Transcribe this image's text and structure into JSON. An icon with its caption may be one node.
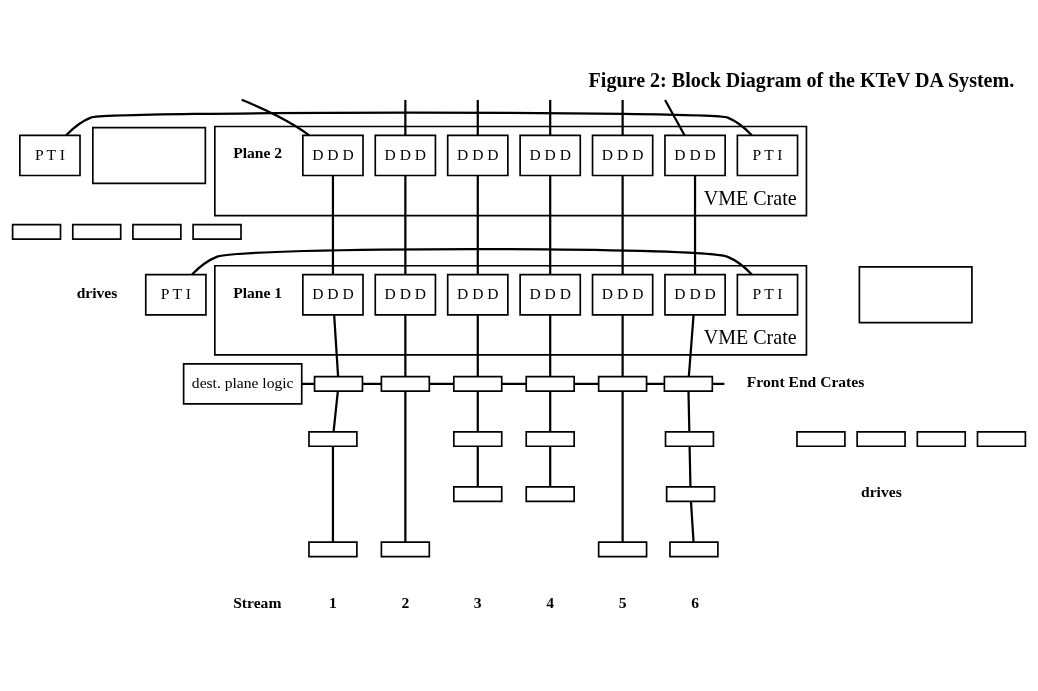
{
  "diagram": {
    "title": "Figure 2: Block Diagram of the KTeV DA System.",
    "nodes": [
      {
        "text": [
          "VME Crate"
        ],
        "beside": [
          "Plane 2"
        ]
      },
      {
        "text": [
          "D D D"
        ],
        "in": 0
      },
      {
        "text": [
          "D D D"
        ],
        "in": 0
      },
      {
        "text": [
          "D D D"
        ],
        "in": 0
      },
      {
        "text": [
          "D D D"
        ],
        "in": 0
      },
      {
        "text": [
          "D D D"
        ],
        "in": 0
      },
      {
        "text": [
          "D D D"
        ],
        "in": 0
      },
      {
        "text": [
          "P T I"
        ],
        "in": 0
      },
      {
        "text": [
          "P T I"
        ]
      },
      {
        "text": [],
        "shape": "box"
      },
      {
        "text": [],
        "shape": "box"
      },
      {
        "text": [],
        "shape": "box"
      },
      {
        "text": [],
        "shape": "box"
      },
      {
        "text": [],
        "shape": "box"
      },
      {
        "text": [
          "VME Crate"
        ],
        "beside": [
          "Plane 1"
        ]
      },
      {
        "text": [
          "D D D"
        ],
        "in": 14
      },
      {
        "text": [
          "D D D"
        ],
        "in": 14
      },
      {
        "text": [
          "D D D"
        ],
        "in": 14
      },
      {
        "text": [
          "D D D"
        ],
        "in": 14
      },
      {
        "text": [
          "D D D"
        ],
        "in": 14
      },
      {
        "text": [
          "D D D"
        ],
        "in": 14
      },
      {
        "text": [
          "P T I"
        ],
        "in": 14
      },
      {
        "text": [
          "P T I"
        ]
      },
      {
        "text": [],
        "shape": "box"
      },
      {
        "text": [],
        "shape": "box"
      },
      {
        "text": [],
        "shape": "box"
      },
      {
        "text": [],
        "shape": "box"
      },
      {
        "text": [],
        "shape": "box"
      },
      {
        "text": [
          "dest. plane logic"
        ]
      },
      {
        "text": [],
        "shape": "box"
      },
      {
        "text": [],
        "shape": "box"
      },
      {
        "text": [],
        "shape": "box"
      },
      {
        "text": [],
        "shape": "box"
      },
      {
        "text": [],
        "shape": "box"
      },
      {
        "text": [],
        "shape": "box"
      },
      {
        "text": [],
        "shape": "box"
      },
      {
        "text": [],
        "shape": "box"
      },
      {
        "text": [],
        "shape": "box"
      },
      {
        "text": [],
        "shape": "box"
      },
      {
        "text": [],
        "shape": "box"
      },
      {
        "text": [],
        "shape": "box"
      },
      {
        "text": [],
        "shape": "box"
      },
      {
        "text": [],
        "shape": "box"
      },
      {
        "text": [],
        "shape": "box"
      },
      {
        "text": [],
        "shape": "box"
      },
      {
        "text": [],
        "shape": "box"
      }
    ],
    "edges": [
      {
        "from": null,
        "to": 1,
        "arrow": "none"
      },
      {
        "from": null,
        "to": 2,
        "arrow": "none"
      },
      {
        "from": null,
        "to": 3,
        "arrow": "none"
      },
      {
        "from": null,
        "to": 4,
        "arrow": "none"
      },
      {
        "from": null,
        "to": 5,
        "arrow": "none"
      },
      {
        "from": null,
        "to": 6,
        "arrow": "none"
      },
      {
        "from": 1,
        "to": 15,
        "arrow": "none"
      },
      {
        "from": 2,
        "to": 16,
        "arrow": "none"
      },
      {
        "from": 3,
        "to": 17,
        "arrow": "none"
      },
      {
        "from": 4,
        "to": 18,
        "arrow": "none"
      },
      {
        "from": 5,
        "to": 19,
        "arrow": "none"
      },
      {
        "from": 6,
        "to": 20,
        "arrow": "none"
      },
      {
        "from": 15,
        "to": 29,
        "arrow": "none"
      },
      {
        "from": 16,
        "to": 32,
        "arrow": "none"
      },
      {
        "from": 17,
        "to": 34,
        "arrow": "none"
      },
      {
        "from": 18,
        "to": 37,
        "arrow": "none"
      },
      {
        "from": 19,
        "to": 40,
        "arrow": "none"
      },
      {
        "from": 20,
        "to": 42,
        "arrow": "none"
      },
      {
        "from": 7,
        "to": 8,
        "arrow": "none"
      },
      {
        "from": 21,
        "to": 22,
        "arrow": "none"
      },
      {
        "from": 28,
        "to": 29,
        "arrow": "none"
      },
      {
        "from": 29,
        "to": 32,
        "arrow": "none"
      },
      {
        "from": 32,
        "to": 34,
        "arrow": "none"
      },
      {
        "from": 34,
        "to": 37,
        "arrow": "none"
      },
      {
        "from": 37,
        "to": 40,
        "arrow": "none"
      },
      {
        "from": 40,
        "to": 42,
        "arrow": "none"
      },
      {
        "from": 42,
        "to": null,
        "arrow": "none"
      },
      {
        "from": 29,
        "to": 30,
        "arrow": "none"
      },
      {
        "from": 30,
        "to": 31,
        "arrow": "none"
      },
      {
        "from": 32,
        "to": 33,
        "arrow": "none"
      },
      {
        "from": 34,
        "to": 35,
        "arrow": "none"
      },
      {
        "from": 35,
        "to": 36,
        "arrow": "none"
      },
      {
        "from": 37,
        "to": 38,
        "arrow": "none"
      },
      {
        "from": 38,
        "to": 39,
        "arrow": "none"
      },
      {
        "from": 40,
        "to": 41,
        "arrow": "none"
      },
      {
        "from": 42,
        "to": 43,
        "arrow": "none"
      },
      {
        "from": 43,
        "to": 44,
        "arrow": "none"
      },
      {
        "from": 44,
        "to": 45,
        "arrow": "none"
      }
    ],
    "labels": [
      "drives",
      "drives",
      "Front End Crates",
      "Stream",
      "1",
      "2",
      "3",
      "4",
      "5",
      "6"
    ]
  }
}
